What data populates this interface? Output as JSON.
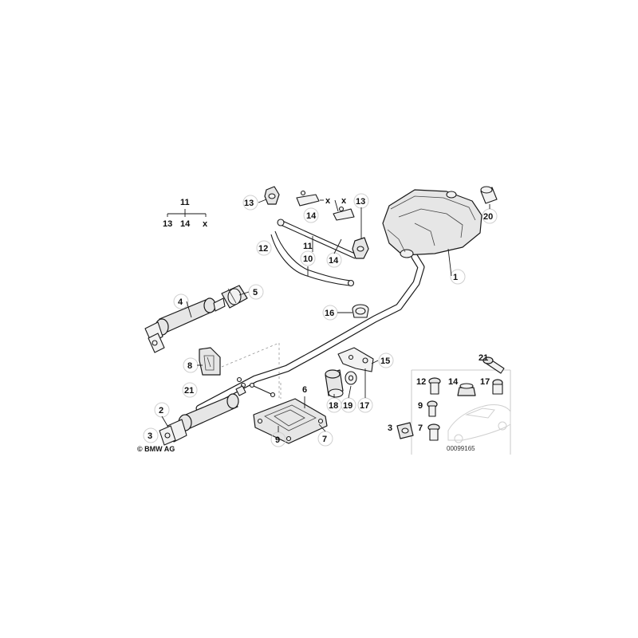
{
  "legend": {
    "top": "11",
    "items": [
      "13",
      "14",
      "x"
    ]
  },
  "callouts": {
    "c1": "1",
    "c2": "2",
    "c3": "3",
    "c4": "4",
    "c5": "5",
    "c6": "6",
    "c7": "7",
    "c8": "8",
    "c9": "9",
    "c10": "10",
    "c11": "11",
    "c12": "12",
    "c13a": "13",
    "c13b": "13",
    "c14a": "14",
    "c14b": "14",
    "c15": "15",
    "c16": "16",
    "c17": "17",
    "c18": "18",
    "c19": "19",
    "c20": "20",
    "c21": "21",
    "xa": "x",
    "xb": "x"
  },
  "kit": {
    "k21": "21",
    "k12": "12",
    "k14": "14",
    "k17": "17",
    "k9": "9",
    "k3": "3",
    "k7": "7"
  },
  "copyright": "© BMW AG",
  "diagram_code": "00099165"
}
